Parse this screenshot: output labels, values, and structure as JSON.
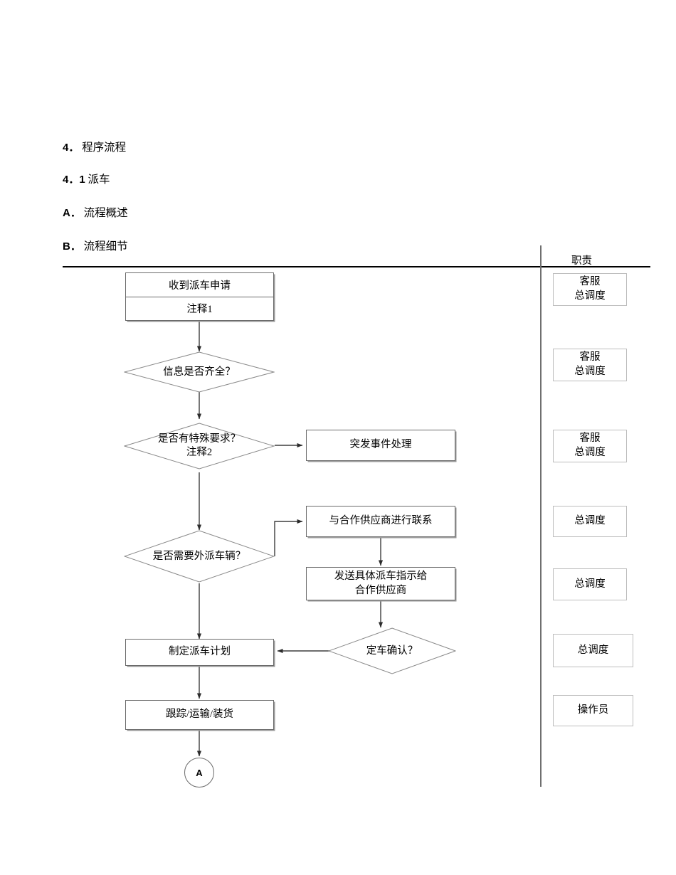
{
  "document": {
    "headings": [
      {
        "marker": "4．",
        "text": "程序流程"
      },
      {
        "marker": "4．1",
        "text": "派车"
      },
      {
        "marker": "A．",
        "text": "流程概述"
      },
      {
        "marker": "B．",
        "text": "流程细节"
      }
    ]
  },
  "flowchart": {
    "type": "flowchart",
    "responsibility_header": "职责",
    "nodes": [
      {
        "id": "n1",
        "shape": "process-split",
        "title": "收到派车申请",
        "note": "注释1"
      },
      {
        "id": "d1",
        "shape": "decision",
        "line1": "信息是否齐全？",
        "line2": ""
      },
      {
        "id": "d2",
        "shape": "decision",
        "line1": "是否有特殊要求？",
        "line2": "注释2"
      },
      {
        "id": "n2",
        "shape": "process",
        "line1": "突发事件处理",
        "line2": ""
      },
      {
        "id": "n3",
        "shape": "process",
        "line1": "与合作供应商进行联系",
        "line2": ""
      },
      {
        "id": "d3",
        "shape": "decision",
        "line1": "是否需要外派车辆？",
        "line2": ""
      },
      {
        "id": "n4",
        "shape": "process",
        "line1": "发送具体派车指示给",
        "line2": "合作供应商"
      },
      {
        "id": "n5",
        "shape": "process",
        "line1": "制定派车计划",
        "line2": ""
      },
      {
        "id": "d4",
        "shape": "decision",
        "line1": "定车确认？",
        "line2": ""
      },
      {
        "id": "n6",
        "shape": "process",
        "line1": "跟踪/运输/装货",
        "line2": ""
      },
      {
        "id": "t1",
        "shape": "connector-circle",
        "label": "A"
      }
    ],
    "responsibilities": [
      {
        "id": "r1",
        "line1": "客服",
        "line2": "总调度"
      },
      {
        "id": "r2",
        "line1": "客服",
        "line2": "总调度"
      },
      {
        "id": "r3",
        "line1": "客服",
        "line2": "总调度"
      },
      {
        "id": "r4",
        "line1": "总调度",
        "line2": ""
      },
      {
        "id": "r5",
        "line1": "总调度",
        "line2": ""
      },
      {
        "id": "r6",
        "line1": "总调度",
        "line2": ""
      },
      {
        "id": "r7",
        "line1": "操作员",
        "line2": ""
      }
    ],
    "colors": {
      "line": "#6b6b6b",
      "rule": "#000000",
      "divider": "#6f6f6f",
      "resp_border": "#bdbdbd",
      "text": "#000000",
      "background": "#ffffff"
    }
  }
}
